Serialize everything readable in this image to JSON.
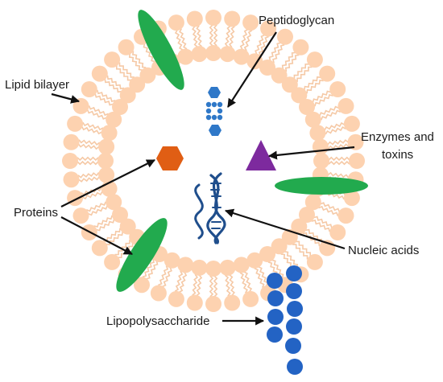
{
  "labels": {
    "lipid_bilayer": "Lipid bilayer",
    "peptidoglycan": "Peptidoglycan",
    "enzymes_line1": "Enzymes and",
    "enzymes_line2": "toxins",
    "proteins": "Proteins",
    "nucleic_acids": "Nucleic acids",
    "lipopolysaccharide": "Lipopolysaccharide"
  },
  "colors": {
    "lipid_head": "#FDD2B0",
    "lipid_tail": "#F5C9A6",
    "membrane_protein": "#22AA4E",
    "peptidoglycan": "#2F78C8",
    "protein": "#E05E14",
    "enzyme": "#7D2A9E",
    "nucleic_acid": "#1F4E8C",
    "lps": "#2363C4",
    "arrow": "#111111"
  },
  "icons": {
    "peptidoglycan": "hexagon-chain-icon",
    "protein": "hexagon-icon",
    "enzyme": "triangle-icon",
    "nucleic_acid": "dna-helix-icon",
    "lps": "bead-chain-icon"
  }
}
